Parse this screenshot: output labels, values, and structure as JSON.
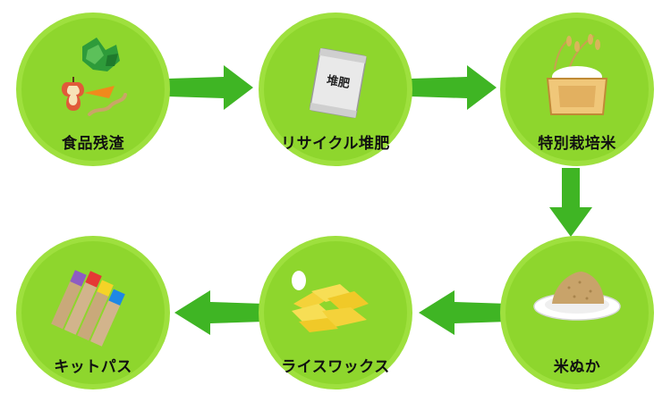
{
  "colors": {
    "circle": "#8ed62d",
    "circle_edge": "#9ee03e",
    "arrow": "#3fb524",
    "text": "#111111"
  },
  "nodes": [
    {
      "label": "食品残渣",
      "icon": "food-waste-icon"
    },
    {
      "label": "リサイクル堆肥",
      "icon": "compost-bag-icon",
      "bag_text": "堆肥"
    },
    {
      "label": "特別栽培米",
      "icon": "rice-box-icon"
    },
    {
      "label": "米ぬか",
      "icon": "rice-bran-plate-icon"
    },
    {
      "label": "ライスワックス",
      "icon": "rice-wax-icon"
    },
    {
      "label": "キットパス",
      "icon": "crayons-icon"
    }
  ],
  "arrows": [
    {
      "from": "食品残渣",
      "to": "リサイクル堆肥",
      "direction": "right"
    },
    {
      "from": "リサイクル堆肥",
      "to": "特別栽培米",
      "direction": "right"
    },
    {
      "from": "特別栽培米",
      "to": "米ぬか",
      "direction": "down"
    },
    {
      "from": "米ぬか",
      "to": "ライスワックス",
      "direction": "left"
    },
    {
      "from": "ライスワックス",
      "to": "キットパス",
      "direction": "left"
    }
  ]
}
